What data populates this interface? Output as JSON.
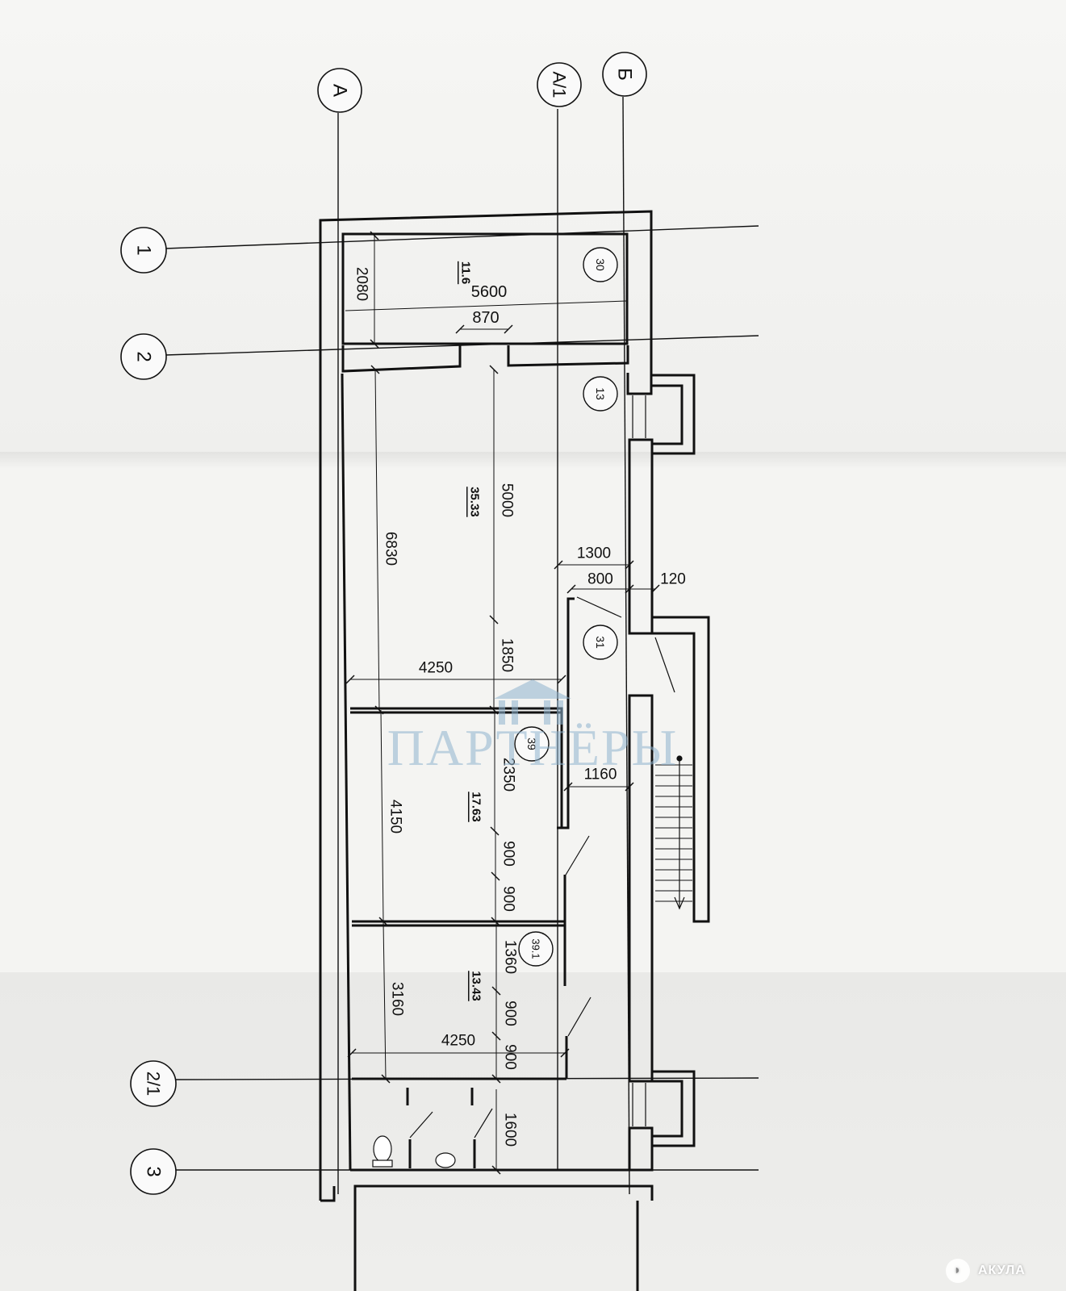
{
  "axes": {
    "A": "А",
    "A1": "А/1",
    "B": "Б",
    "r1": "1",
    "r2": "2",
    "r21": "2/1",
    "r3": "3"
  },
  "rooms": {
    "r30": "30",
    "r13": "13",
    "r31": "31",
    "r39": "39",
    "r391": "39.1"
  },
  "areas": {
    "a30": "11.6",
    "a13": "35.33",
    "a39": "17.63",
    "a391": "13.43"
  },
  "dims": {
    "d2080": "2080",
    "d5600": "5600",
    "d870": "870",
    "d5000": "5000",
    "d6830": "6830",
    "d1300": "1300",
    "d800": "800",
    "d120": "120",
    "d1850": "1850",
    "d4250a": "4250",
    "d2350": "2350",
    "d1160": "1160",
    "d4150": "4150",
    "d900a": "900",
    "d900b": "900",
    "d1360": "1360",
    "d3160": "3160",
    "d900c": "900",
    "d900d": "900",
    "d4250b": "4250",
    "d1600": "1600"
  },
  "watermark": {
    "text": "ПАРТНЁРЫ",
    "color": "#8fb4cf"
  },
  "corner_logo": {
    "text": "АКУЛА"
  },
  "colors": {
    "ink": "#111111",
    "paper": "#f4f4f2"
  }
}
